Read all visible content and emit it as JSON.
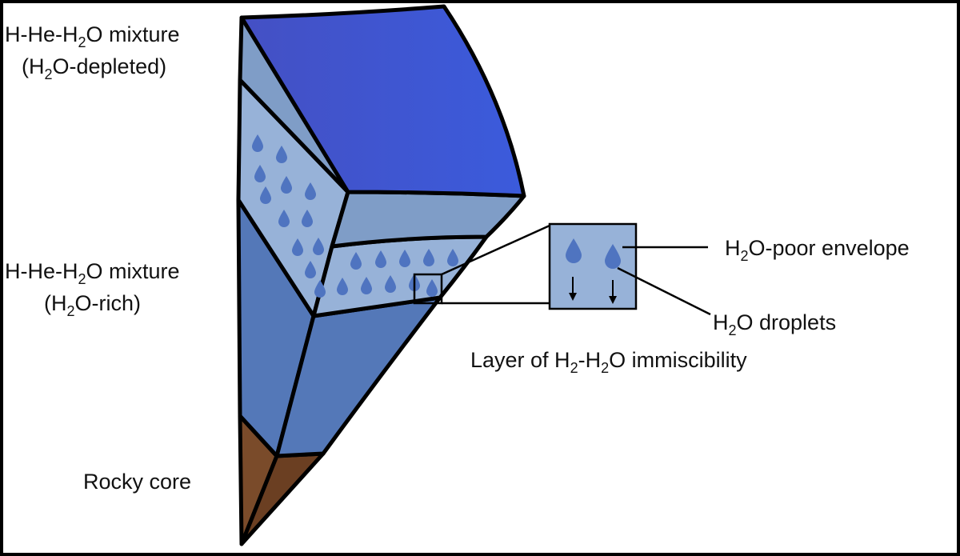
{
  "labels": {
    "depleted": {
      "pre": "H-He-H",
      "sub": "2",
      "post": "O mixture",
      "line2_pre": "(H",
      "line2_sub": "2",
      "line2_post": "O-depleted)"
    },
    "rich": {
      "pre": "H-He-H",
      "sub": "2",
      "post": "O mixture",
      "line2_pre": "(H",
      "line2_sub": "2",
      "line2_post": "O-rich)"
    },
    "core": "Rocky core",
    "envelope": {
      "pre": "H",
      "sub": "2",
      "post": "O-poor envelope"
    },
    "droplets": {
      "pre": "H",
      "sub": "2",
      "post": "O droplets"
    },
    "layer": {
      "pre": "Layer of H",
      "sub1": "2",
      "mid": "-H",
      "sub2": "2",
      "post": "O immiscibility"
    }
  },
  "colors": {
    "outer_face": "#3b5bdc",
    "outer_face_dark": "#4450c4",
    "rim": "#7f9dc7",
    "droplet_layer": "#97b2d8",
    "droplet": "#4f74c0",
    "inner_face": "#5478b8",
    "core": "#7a4b2a",
    "core_dark": "#6b3f22",
    "outline": "#000000"
  }
}
